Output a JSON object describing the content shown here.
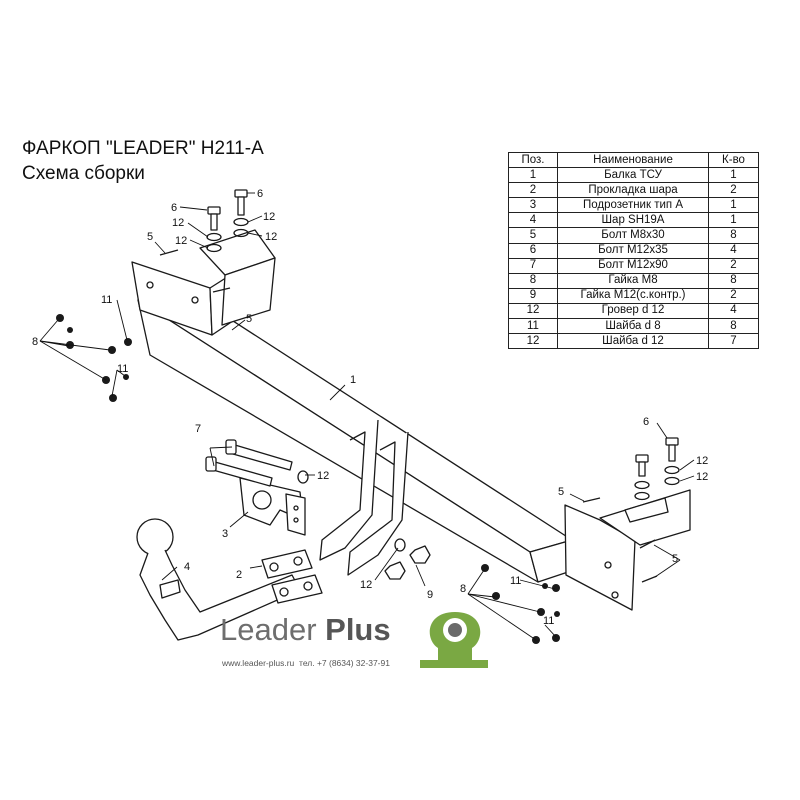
{
  "title": {
    "line1": "ФАРКОП \"LEADER\" H211-A",
    "line2": "Схема сборки"
  },
  "parts_table": {
    "headers": [
      "Поз.",
      "Наименование",
      "К-во"
    ],
    "rows": [
      [
        "1",
        "Балка ТСУ",
        "1"
      ],
      [
        "2",
        "Прокладка шара",
        "2"
      ],
      [
        "3",
        "Подрозетник тип A",
        "1"
      ],
      [
        "4",
        "Шар SH19A",
        "1"
      ],
      [
        "5",
        "Болт  M8x30",
        "8"
      ],
      [
        "6",
        "Болт  M12x35",
        "4"
      ],
      [
        "7",
        "Болт  M12x90",
        "2"
      ],
      [
        "8",
        "Гайка  M8",
        "8"
      ],
      [
        "9",
        "Гайка  M12(с.контр.)",
        "2"
      ],
      [
        "12",
        "Гровер d 12",
        "4"
      ],
      [
        "11",
        "Шайба d 8",
        "8"
      ],
      [
        "12",
        "Шайба d 12",
        "7"
      ]
    ]
  },
  "callouts": {
    "beam": "1",
    "spacer": "2",
    "socket_bracket": "3",
    "ball": "4",
    "bolt_m8": "5",
    "bolt_m12x35": "6",
    "bolt_m12x90": "7",
    "nut_m8": "8",
    "nut_m12": "9",
    "washer_d8": "11",
    "washer_d12": "12"
  },
  "brand": {
    "name_part1": "Leader ",
    "name_part2": "Plus",
    "website": "www.leader-plus.ru",
    "phone": "тел. +7 (8634) 32-37-91",
    "logo_color": "#7aa843"
  }
}
